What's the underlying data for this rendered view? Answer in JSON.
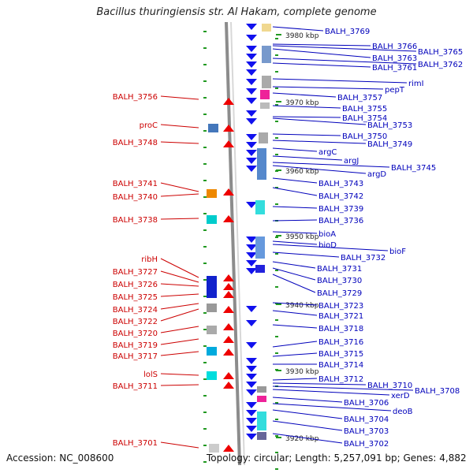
{
  "title": "Bacillus thuringiensis str. Al Hakam, complete genome",
  "footer": {
    "accession": "Accession: NC_008600",
    "summary": "Topology: circular; Length: 5,257,091 bp; Genes: 4,882"
  },
  "colors": {
    "left_label": "#cc0000",
    "right_label": "#0000bb",
    "backbone": "#8c8c8c",
    "tick": "#229922",
    "left_gene": "#ee0000",
    "right_gene": "#1111ee"
  },
  "scale_labels": [
    "3980 kbp",
    "3970 kbp",
    "3960 kbp",
    "3950 kbp",
    "3940 kbp",
    "3930 kbp",
    "3920 kbp"
  ],
  "left_labels": [
    "BALH_3756",
    "proC",
    "BALH_3748",
    "BALH_3741",
    "BALH_3740",
    "BALH_3738",
    "ribH",
    "BALH_3727",
    "BALH_3726",
    "BALH_3725",
    "BALH_3724",
    "BALH_3722",
    "BALH_3720",
    "BALH_3719",
    "BALH_3717",
    "lolS",
    "BALH_3711",
    "BALH_3701"
  ],
  "right_labels": [
    "BALH_3769",
    "BALH_3766",
    "BALH_3765",
    "BALH_3763",
    "BALH_3762",
    "BALH_3761",
    "rimI",
    "pepT",
    "BALH_3757",
    "BALH_3755",
    "BALH_3754",
    "BALH_3753",
    "BALH_3750",
    "BALH_3749",
    "argC",
    "argJ",
    "BALH_3745",
    "argD",
    "BALH_3743",
    "BALH_3742",
    "BALH_3739",
    "BALH_3736",
    "bioA",
    "bioD",
    "bioF",
    "BALH_3732",
    "BALH_3731",
    "BALH_3730",
    "BALH_3729",
    "BALH_3723",
    "BALH_3721",
    "BALH_3718",
    "BALH_3716",
    "BALH_3715",
    "BALH_3714",
    "BALH_3712",
    "BALH_3710",
    "xerD",
    "BALH_3708",
    "BALH_3706",
    "deoB",
    "BALH_3704",
    "BALH_3703",
    "BALH_3702"
  ]
}
